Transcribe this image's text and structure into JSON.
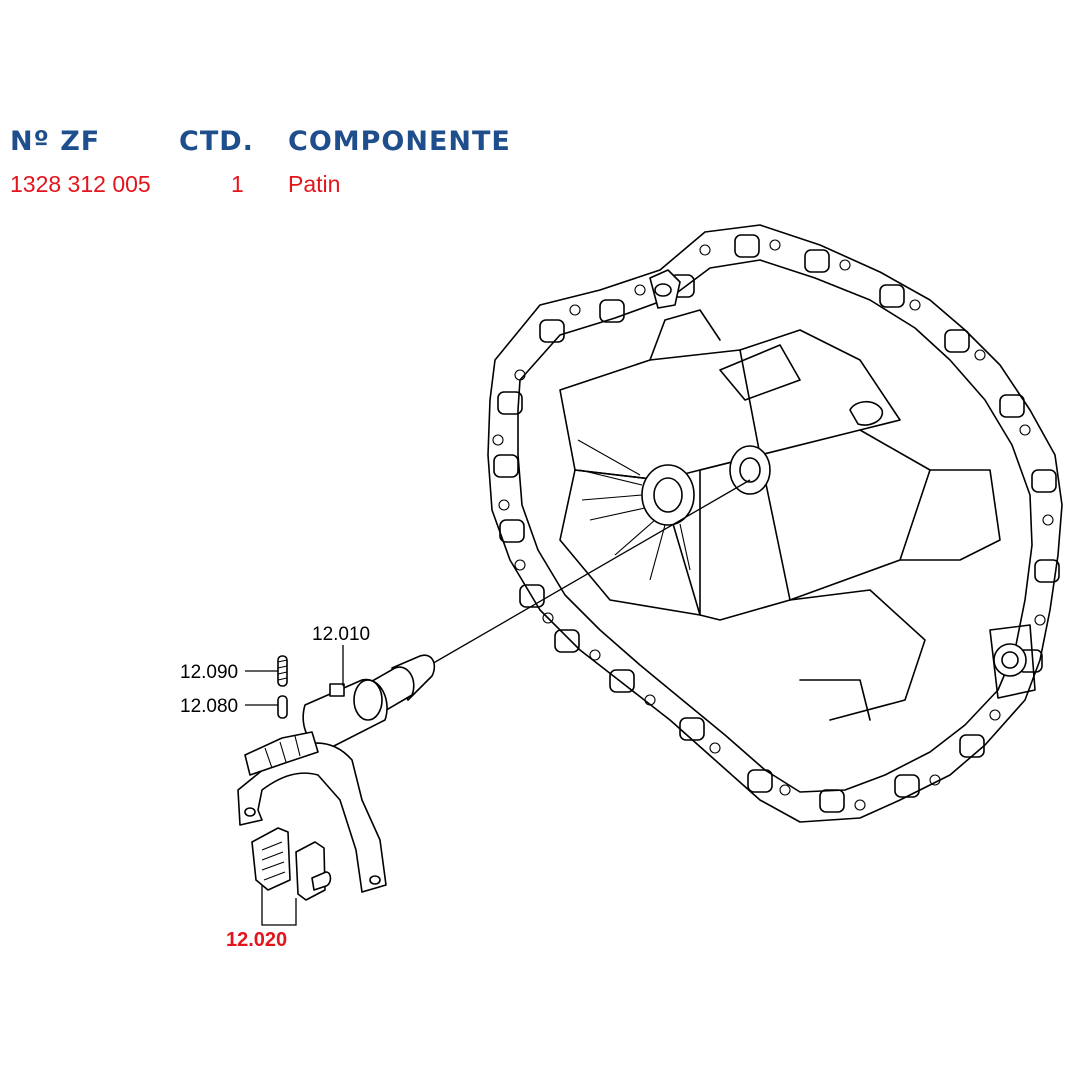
{
  "colors": {
    "header": "#1f4e8c",
    "value": "#e4141c",
    "highlight": "#e4141c",
    "line": "#000000"
  },
  "table": {
    "headers": {
      "part_no": "Nº ZF",
      "qty": "CTD.",
      "component": "COMPONENTE"
    },
    "row": {
      "part_no": "1328 312 005",
      "qty": "1",
      "component": "Patin"
    }
  },
  "callouts": {
    "shift_rod": "12.010",
    "spring": "12.090",
    "pin": "12.080",
    "shoe": "12.020"
  }
}
